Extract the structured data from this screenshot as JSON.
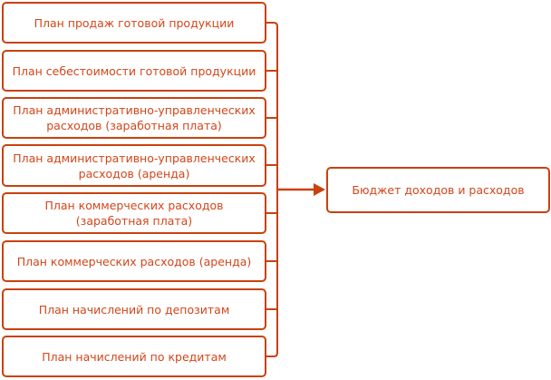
{
  "diagram": {
    "sources": [
      "План продаж готовой продукции",
      "План себестоимости готовой продукции",
      "План административно-управленческих расходов (заработная плата)",
      "План административно-управленческих расходов (аренда)",
      "План коммерческих расходов (заработная плата)",
      "План коммерческих расходов (аренда)",
      "План начислений по депозитам",
      "План начислений по кредитам"
    ],
    "target": "Бюджет доходов и расходов",
    "colors": {
      "accent": "#c9410f",
      "text": "#d2461a"
    }
  }
}
